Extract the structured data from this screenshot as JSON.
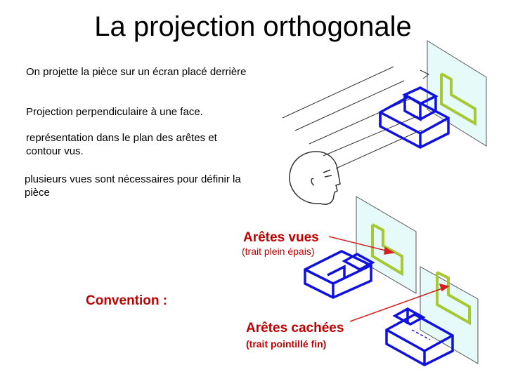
{
  "title": "La projection orthogonale",
  "bullets": [
    "On projette la pièce sur un écran placé derrière",
    "Projection perpendiculaire à une face.",
    "représentation dans le plan des arêtes et contour vus.",
    "plusieurs vues sont nécessaires pour définir la pièce"
  ],
  "labels": {
    "aretes_vues": "Arêtes vues",
    "aretes_vues_sub": "(trait plein épais)",
    "convention": "Convention :",
    "aretes_cachees": "Arêtes cachées",
    "aretes_cachees_sub": "(trait pointillé fin)"
  },
  "colors": {
    "text_red": "#c00000",
    "object_blue": "#1010e0",
    "projection_green": "#a6c832",
    "screen_fill": "#e6fafa",
    "arrow_red": "#d02020"
  }
}
